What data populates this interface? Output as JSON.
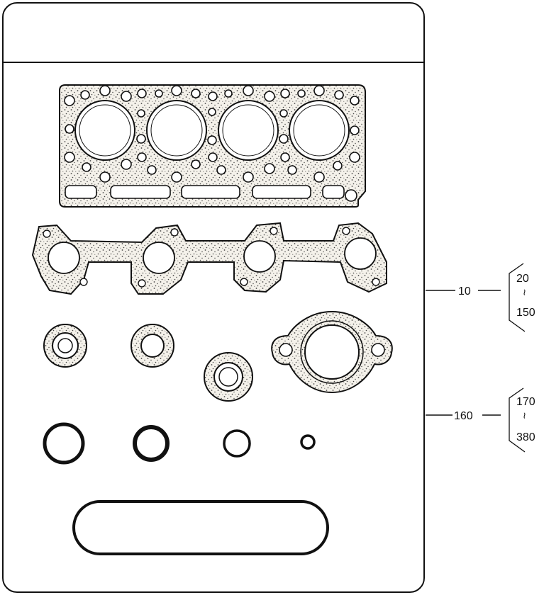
{
  "callouts": [
    {
      "ref": "10",
      "range_start": "20",
      "range_end": "150"
    },
    {
      "ref": "160",
      "range_start": "170",
      "range_end": "380"
    }
  ],
  "range_symbol": "~",
  "colors": {
    "line": "#111111",
    "gasket_fill": "#f4f1ea",
    "stipple": "#444444"
  }
}
